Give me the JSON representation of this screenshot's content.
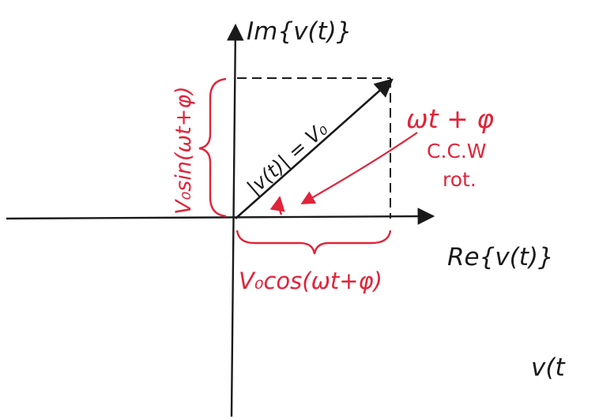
{
  "labels": {
    "imag_axis": "Im{v(t)}",
    "real_axis": "Re{v(t)}",
    "magnitude": "|v(t)| = V₀",
    "angle": "ωt + φ",
    "rotation_line1": "C.C.W",
    "rotation_line2": "rot.",
    "real_component": "V₀cos(ωt+φ)",
    "imag_component": "V₀sin(ωt+φ)",
    "cutoff_text": "v(t"
  },
  "colors": {
    "ink": "#1a1a1a",
    "accent": "#e0243a",
    "background": "#ffffff"
  }
}
